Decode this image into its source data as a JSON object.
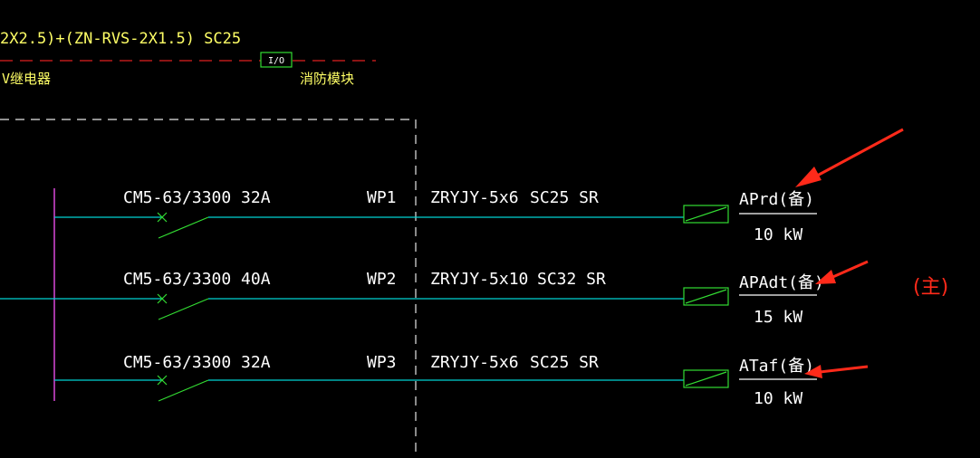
{
  "top": {
    "cable_spec": "2X2.5)+(ZN-RVS-2X1.5) SC25",
    "io_label": "I/O",
    "relay_label": "V继电器",
    "module_label": "消防模块"
  },
  "circuits": [
    {
      "breaker": "CM5-63/3300 32A",
      "circuit_id": "WP1",
      "cable": "ZRYJY-5x6",
      "conduit": "SC25 SR",
      "load_name": "APrd(备)",
      "power": "10 kW"
    },
    {
      "breaker": "CM5-63/3300 40A",
      "circuit_id": "WP2",
      "cable": "ZRYJY-5x10",
      "conduit": "SC32 SR",
      "load_name": "APAdt(备)",
      "power": "15 kW"
    },
    {
      "breaker": "CM5-63/3300 32A",
      "circuit_id": "WP3",
      "cable": "ZRYJY-5x6",
      "conduit": "SC25 SR",
      "load_name": "ATaf(备)",
      "power": "10 kW"
    }
  ],
  "annotation": {
    "main_label": "(主)"
  },
  "colors": {
    "background": "#000000",
    "line_cyan": "#00d2d2",
    "line_green": "#33dd33",
    "busbar": "#cc44cc",
    "dashed_box": "#e6e6e6",
    "red_dash": "#e02020",
    "arrow_red": "#ff2a1a",
    "yellow_text": "#ffff66"
  }
}
